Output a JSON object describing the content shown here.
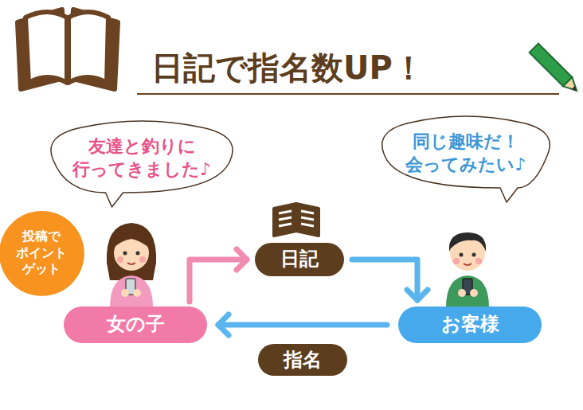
{
  "diagram": {
    "title": "日記で指名数UP！",
    "nodes": [
      {
        "text": [
          "友達と釣りに 行ってきました♪"
        ]
      },
      {
        "text": [
          "同じ趣味だ！ 会ってみたい♪"
        ]
      },
      {
        "text": [
          "投稿で ポイント ゲット"
        ]
      },
      {
        "text": [
          "日記"
        ]
      },
      {
        "text": [
          "女の子"
        ]
      },
      {
        "text": [
          "お客様"
        ]
      }
    ],
    "edges": [
      {
        "from": 4,
        "to": 3,
        "arrow": "to"
      },
      {
        "from": 3,
        "to": 5,
        "arrow": "to"
      },
      {
        "from": 5,
        "to": 4,
        "label": "指名",
        "arrow": "to"
      }
    ]
  }
}
